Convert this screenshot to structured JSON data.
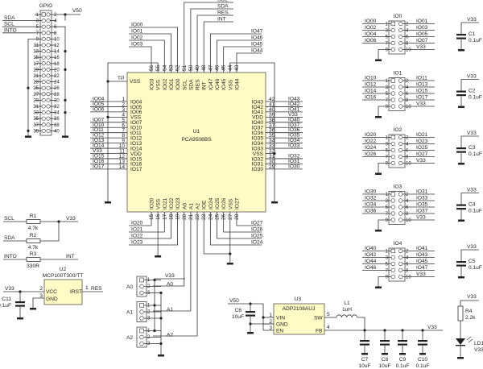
{
  "colors": {
    "ic_fill": "#fffbc4",
    "wire": "#333333"
  },
  "gpio": {
    "title": "GPIO",
    "left_nets": [
      "SDA",
      "SCL",
      "INTO"
    ],
    "power_net": "V50"
  },
  "u1": {
    "ref": "U1",
    "part": "PCA9506BS",
    "tp": "TP",
    "top_pins": [
      [
        "56",
        "IO03"
      ],
      [
        "55",
        "VSS"
      ],
      [
        "54",
        "IO02"
      ],
      [
        "53",
        "IO01"
      ],
      [
        "52",
        "IO00"
      ],
      [
        "51",
        "SCL"
      ],
      [
        "50",
        "SDA"
      ],
      [
        "49",
        "RES"
      ],
      [
        "48",
        "INT"
      ],
      [
        "47",
        "IO47"
      ],
      [
        "46",
        "IO46"
      ],
      [
        "45",
        "IO45"
      ],
      [
        "44",
        "VSS"
      ],
      [
        "43",
        "IO44"
      ]
    ],
    "left_pins": [
      [
        "1",
        "IO04",
        "IO04"
      ],
      [
        "2",
        "IO05",
        "IO05"
      ],
      [
        "3",
        "IO06",
        "IO06"
      ],
      [
        "4",
        "VSS",
        ""
      ],
      [
        "5",
        "IO07",
        "IO07"
      ],
      [
        "6",
        "IO10",
        "IO10"
      ],
      [
        "7",
        "IO11",
        "IO11"
      ],
      [
        "8",
        "IO12",
        "IO12"
      ],
      [
        "9",
        "IO13",
        "IO13"
      ],
      [
        "10",
        "IO14",
        "IO14"
      ],
      [
        "11",
        "VDD",
        "V33"
      ],
      [
        "12",
        "IO15",
        "IO15"
      ],
      [
        "13",
        "IO16",
        "IO16"
      ],
      [
        "14",
        "IO17",
        "IO17"
      ]
    ],
    "right_pins": [
      [
        "42",
        "IO43",
        "IO43"
      ],
      [
        "41",
        "IO42",
        "IO42"
      ],
      [
        "40",
        "IO41",
        "IO41"
      ],
      [
        "39",
        "VDD",
        "V33"
      ],
      [
        "38",
        "IO40",
        "IO40"
      ],
      [
        "37",
        "IO37",
        "IO37"
      ],
      [
        "36",
        "IO36",
        "IO36"
      ],
      [
        "35",
        "IO35",
        "IO35"
      ],
      [
        "34",
        "IO34",
        "IO34"
      ],
      [
        "33",
        "IO33",
        "IO33"
      ],
      [
        "32",
        "VSS",
        ""
      ],
      [
        "31",
        "IO32",
        "IO32"
      ],
      [
        "30",
        "IO31",
        "IO31"
      ],
      [
        "29",
        "IO30",
        "IO30"
      ]
    ],
    "bottom_pins": [
      [
        "15",
        "IO20"
      ],
      [
        "16",
        "VSS"
      ],
      [
        "17",
        "IO21"
      ],
      [
        "18",
        "IO22"
      ],
      [
        "19",
        "IO23"
      ],
      [
        "20",
        "A0"
      ],
      [
        "21",
        "A1"
      ],
      [
        "22",
        "A2"
      ],
      [
        "23",
        "IOE"
      ],
      [
        "24",
        "IO24"
      ],
      [
        "25",
        "IO25"
      ],
      [
        "26",
        "IO26"
      ],
      [
        "27",
        "VSS"
      ],
      [
        "28",
        "IO27"
      ]
    ],
    "top_left_nets": [
      "IO00",
      "IO01",
      "IO02",
      "IO03"
    ],
    "top_mid_nets": [
      "SCL",
      "SDA",
      "RES.",
      "INT"
    ],
    "top_right_nets": [
      "IO47",
      "IO46",
      "IO45",
      "IO44"
    ],
    "bottom_left_nets": [
      "IO20",
      "IO21",
      "IO22",
      "IO23"
    ],
    "bottom_right_nets": [
      "IO27",
      "IO26",
      "IO25",
      "IO24"
    ]
  },
  "resistors": [
    {
      "ref": "R1",
      "value": "4.7k",
      "net_left": "SCL",
      "net_right": "V33"
    },
    {
      "ref": "R2",
      "value": "4.7k",
      "net_left": "SDA"
    },
    {
      "ref": "R3",
      "value": "330R",
      "net_left": "INTO",
      "net_right": "INT"
    }
  ],
  "u2": {
    "ref": "U2",
    "part": "MCP100T300/TT",
    "pins": [
      [
        "2",
        "VCC"
      ],
      [
        "3",
        "GND"
      ],
      [
        "1",
        "IRST"
      ]
    ],
    "net_in": "V33",
    "net_out": "RES",
    "cap_ref": "C11",
    "cap_value": "0.1uF"
  },
  "jumpers": [
    {
      "ref": "A0",
      "net": "A0",
      "v_net": "V33"
    },
    {
      "ref": "A1",
      "net": "A1"
    },
    {
      "ref": "A2",
      "net": "A2"
    }
  ],
  "u3": {
    "ref": "U3",
    "part": "ADP2108AUJ",
    "pins_left": [
      [
        "1",
        "VIN"
      ],
      [
        "2",
        "GND"
      ],
      [
        "3",
        "EN"
      ]
    ],
    "pins_right": [
      [
        "5",
        "SW"
      ],
      [
        "4",
        "FB"
      ]
    ],
    "net_in": "V50",
    "net_out": "V33",
    "cin": {
      "ref": "C6",
      "value": "10uF"
    },
    "inductor": {
      "ref": "L1",
      "value": "1uH"
    },
    "couts": [
      {
        "ref": "C7",
        "value": "10uF"
      },
      {
        "ref": "C8",
        "value": "10uF"
      },
      {
        "ref": "C9",
        "value": "0.1uF"
      },
      {
        "ref": "C10",
        "value": "0.1uF"
      }
    ]
  },
  "io_headers": [
    {
      "ref": "IO0",
      "left": [
        "IO00",
        "IO02",
        "IO04",
        "IO06"
      ],
      "right": [
        "IO01",
        "IO03",
        "IO05",
        "IO07",
        "V33"
      ],
      "cap": {
        "ref": "C1",
        "value": "0.1uF",
        "net": "V33"
      }
    },
    {
      "ref": "IO1",
      "left": [
        "IO10",
        "IO12",
        "IO14",
        "IO16"
      ],
      "right": [
        "IO11",
        "IO13",
        "IO15",
        "IO17",
        "V33"
      ],
      "cap": {
        "ref": "C2",
        "value": "0.1uF",
        "net": "V33"
      }
    },
    {
      "ref": "IO2",
      "left": [
        "IO20",
        "IO22",
        "IO24",
        "IO26"
      ],
      "right": [
        "IO21",
        "IO23",
        "IO25",
        "IO27",
        "V33"
      ],
      "cap": {
        "ref": "C3",
        "value": "0.1uF",
        "net": "V33"
      }
    },
    {
      "ref": "IO3",
      "left": [
        "IO30",
        "IO32",
        "IO34",
        "IO36"
      ],
      "right": [
        "IO31",
        "IO33",
        "IO35",
        "IO37",
        "V33"
      ],
      "cap": {
        "ref": "C4",
        "value": "0.1uF",
        "net": "V33"
      }
    },
    {
      "ref": "IO4",
      "left": [
        "IO40",
        "IO42",
        "IO44",
        "IO46"
      ],
      "right": [
        "IO41",
        "IO43",
        "IO45",
        "IO47",
        "V33"
      ],
      "cap": {
        "ref": "C5",
        "value": "0.1uF",
        "net": "V33"
      }
    }
  ],
  "led": {
    "net": "V33",
    "r_ref": "R4",
    "r_value": "2.2k",
    "ref": "LD1",
    "label": "V33"
  }
}
